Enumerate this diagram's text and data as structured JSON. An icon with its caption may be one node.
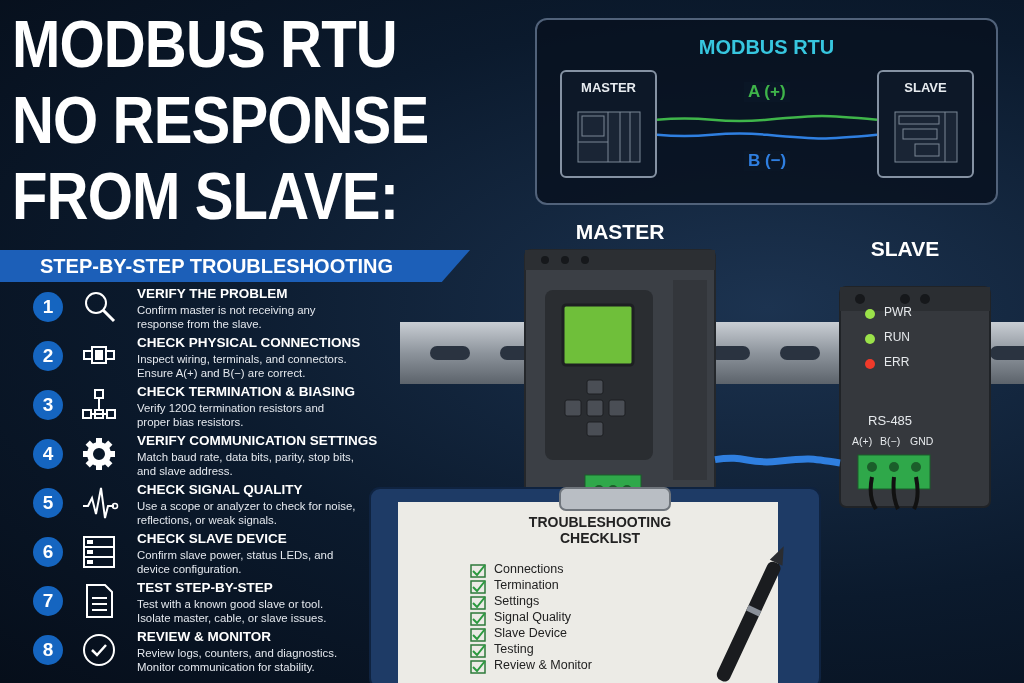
{
  "diagram": {
    "title": "MODBUS RTU NO RESPONSE FROM SLAVE:",
    "nodes": [
      {
        "text": [
          "MODBUS RTU"
        ]
      },
      {
        "text": [
          "MASTER"
        ],
        "in": 0
      },
      {
        "text": [
          "SLAVE"
        ],
        "in": 0
      },
      {
        "text": [
          "MASTER"
        ]
      },
      {
        "text": [
          "SLAVE",
          "PWR",
          "RUN",
          "ERR",
          "RS-485",
          "A(+)",
          "B(−)",
          "GND"
        ]
      },
      {
        "text": [
          "TROUBLESHOOTING CHECKLIST",
          "Connections",
          "Termination",
          "Settings",
          "Signal Quality",
          "Slave Device",
          "Testing",
          "Review & Monitor"
        ]
      }
    ],
    "edges": [
      {
        "from": 1,
        "to": 2,
        "arrow": "none",
        "label": "A (+)",
        "color": "#3fb54a"
      },
      {
        "from": 1,
        "to": 2,
        "arrow": "none",
        "label": "B (−)",
        "color": "#2f7fe0"
      },
      {
        "from": 3,
        "to": 4,
        "arrow": "none",
        "style": "thick",
        "color": "#2f7fe0"
      }
    ],
    "labels": [
      "STEP-BY-STEP TROUBLESHOOTING",
      "1",
      "VERIFY THE PROBLEM",
      "Confirm master is not receiving any response from the slave.",
      "2",
      "CHECK PHYSICAL CONNECTIONS",
      "Inspect wiring, terminals, and connectors. Ensure A(+) and B(−) are correct.",
      "3",
      "CHECK TERMINATION & BIASING",
      "Verify 120Ω termination resistors and proper bias resistors.",
      "4",
      "VERIFY COMMUNICATION SETTINGS",
      "Match baud rate, data bits, parity, stop bits, and slave address.",
      "5",
      "CHECK SIGNAL QUALITY",
      "Use a scope or analyzer to check for noise, reflections, or weak signals.",
      "6",
      "CHECK SLAVE DEVICE",
      "Confirm slave power, status LEDs, and device configuration.",
      "7",
      "TEST STEP-BY-STEP",
      "Test with a known good slave or tool. Isolate master, cable, or slave issues.",
      "8",
      "REVIEW & MONITOR",
      "Review logs, counters, and diagnostics. Monitor communication for stability."
    ]
  }
}
